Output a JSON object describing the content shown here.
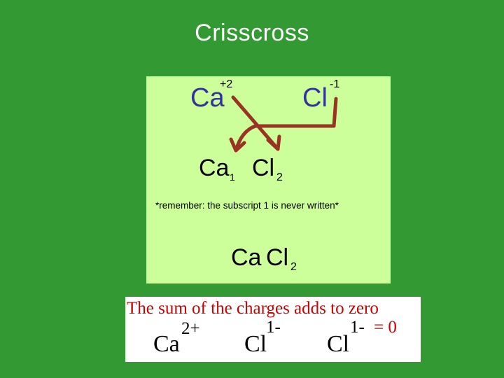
{
  "slide": {
    "title": "Crisscross"
  },
  "diagram": {
    "cation_symbol": "Ca",
    "cation_charge": "+2",
    "anion_symbol": "Cl",
    "anion_charge": "-1",
    "result_cation": "Ca",
    "result_cation_sub": "1",
    "result_anion": "Cl",
    "result_anion_sub": "2",
    "note": "*remember: the subscript 1 is never written*",
    "final_cation": "Ca",
    "final_anion": "Cl",
    "final_sub": "2",
    "arrow_color": "#993322"
  },
  "charge_box": {
    "heading": "The sum of the charges adds to zero",
    "ca_symbol": "Ca",
    "ca_charge": "2+",
    "cl1_symbol": "Cl",
    "cl1_charge": "1-",
    "cl2_symbol": "Cl",
    "cl2_charge": "1-",
    "equals": "= 0"
  }
}
